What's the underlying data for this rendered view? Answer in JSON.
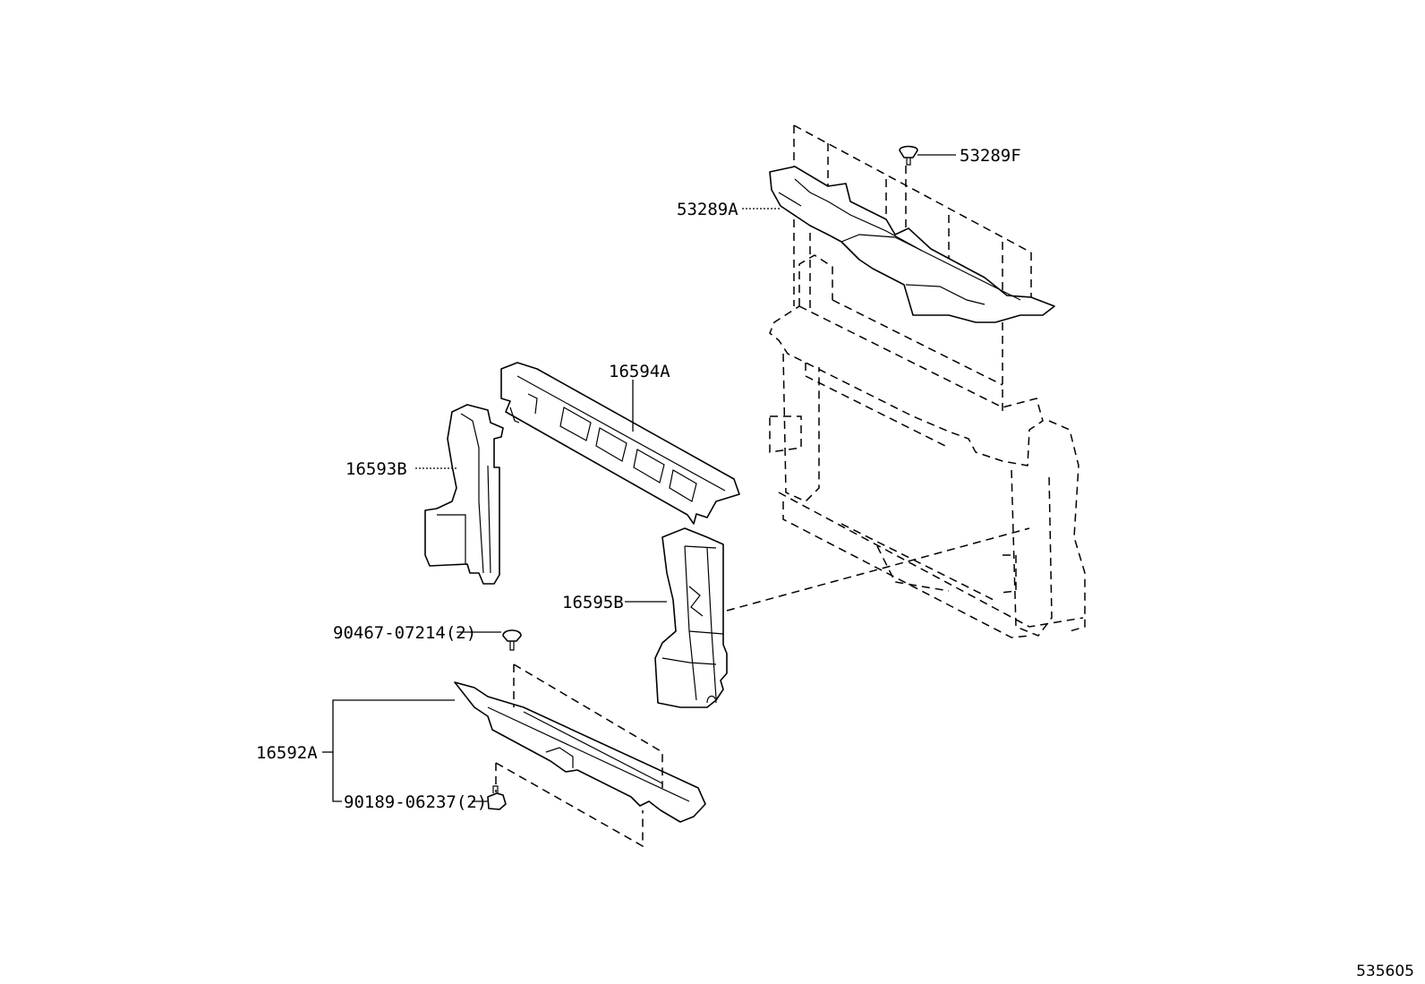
{
  "figure_number": "535605",
  "parts": [
    {
      "id": "53289F",
      "label": "53289F"
    },
    {
      "id": "53289A",
      "label": "53289A"
    },
    {
      "id": "16594A",
      "label": "16594A"
    },
    {
      "id": "16593B",
      "label": "16593B"
    },
    {
      "id": "16595B",
      "label": "16595B"
    },
    {
      "id": "90467-07214",
      "label": "90467-07214(2)"
    },
    {
      "id": "16592A",
      "label": "16592A"
    },
    {
      "id": "90189-06237",
      "label": "90189-06237(2)"
    }
  ]
}
